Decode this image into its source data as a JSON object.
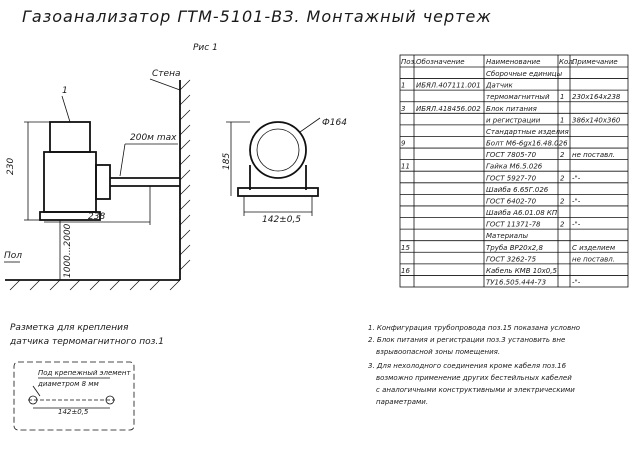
{
  "title": "Газоанализатор ГТМ-5101-ВЗ. Монтажный чертеж",
  "figure_label": "Рис 1",
  "drawing": {
    "wall_label": "Стена",
    "floor_label": "Пол",
    "item_callout": "1",
    "dim_pipe_length": "200м max",
    "dim_height": "230",
    "dim_width": "238",
    "dim_floor_range": "1000...2000",
    "dim_diameter": "Ф164",
    "dim_side_height": "185",
    "dim_mount_spacing": "142±0,5"
  },
  "marking": {
    "heading_line1": "Разметка для крепления",
    "heading_line2": "датчика термомагнитного поз.1",
    "element_label_line1": "Под крепежный элемент",
    "element_label_line2": "диаметром 8 мм",
    "dim_spacing": "142±0,5"
  },
  "spec_table": {
    "headers": [
      "Поз.",
      "Обозначение",
      "Наименование",
      "Кол.",
      "Примечание"
    ],
    "rows": [
      [
        "",
        "",
        "Сборочные единицы",
        "",
        ""
      ],
      [
        "1",
        "ИБЯЛ.407111.001",
        "Датчик",
        "",
        ""
      ],
      [
        "",
        "",
        "термомагнитный",
        "1",
        "230х164х238"
      ],
      [
        "3",
        "ИБЯЛ.418456.002",
        "Блок питания",
        "",
        ""
      ],
      [
        "",
        "",
        "и регистрации",
        "1",
        "386х140х360"
      ],
      [
        "",
        "",
        "Стандартные изделия",
        "",
        ""
      ],
      [
        "9",
        "",
        "Болт М6-6gх16.48.026",
        "",
        ""
      ],
      [
        "",
        "",
        "ГОСТ 7805-70",
        "2",
        "не поставл."
      ],
      [
        "11",
        "",
        "Гайка М6.5.026",
        "",
        ""
      ],
      [
        "",
        "",
        "ГОСТ 5927-70",
        "2",
        "-\"-"
      ],
      [
        "",
        "",
        "Шайба 6.65Г.026",
        "",
        ""
      ],
      [
        "",
        "",
        "ГОСТ 6402-70",
        "2",
        "-\"-"
      ],
      [
        "",
        "",
        "Шайба А6.01.08 КП",
        "",
        ""
      ],
      [
        "",
        "",
        "ГОСТ 11371-78",
        "2",
        "-\"-"
      ],
      [
        "",
        "",
        "Материалы",
        "",
        ""
      ],
      [
        "15",
        "",
        "Труба ВР20х2,8",
        "",
        "С изделием"
      ],
      [
        "",
        "",
        "ГОСТ 3262-75",
        "",
        "не поставл."
      ],
      [
        "16",
        "",
        "Кабель КМВ 10х0,5",
        "",
        ""
      ],
      [
        "",
        "",
        "ТУ16.505.444-73",
        "",
        "-\"-"
      ]
    ]
  },
  "notes": [
    "1. Конфигурация трубопровода поз.15 показана условно",
    "2. Блок питания и регистрации поз.3 установить вне",
    "взрывоопасной зоны помещения.",
    "3. Для нехолодного соединения кроме кабеля поз.16",
    "возможно применение других бестейльных кабелей",
    "с аналогичными конструктивными и электрическими",
    "параметрами."
  ]
}
